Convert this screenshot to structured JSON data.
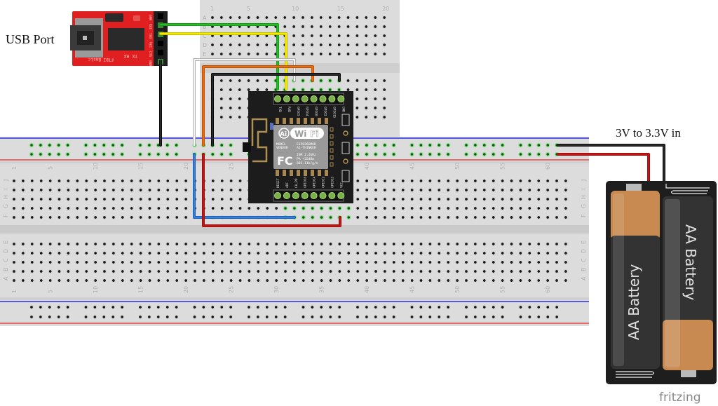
{
  "labels": {
    "usb_port": "USB Port",
    "power_in": "3V to 3.3V in",
    "watermark": "fritzing"
  },
  "ftdi": {
    "name": "FTDI Basic",
    "header_pins": [
      "GRN",
      "RXI",
      "TXO",
      "VCC",
      "CTS",
      "GND"
    ],
    "header_pins_right": [
      "GRN",
      "BLK"
    ],
    "leds": [
      "TX",
      "RX"
    ],
    "color": "#e02020"
  },
  "esp": {
    "top_pins": [
      "TXD",
      "RXD",
      "GPIO5",
      "GPIO4",
      "GPIO0",
      "GPIO2",
      "GPIO15",
      "GND"
    ],
    "bottom_pins": [
      "RESET",
      "ADC",
      "CH_PD",
      "GPIO16",
      "GPIO14",
      "GPIO12",
      "GPIO13",
      "VCC"
    ],
    "shield": {
      "brand_left": "Ai",
      "brand_wi": "Wi",
      "brand_fi": "Fi",
      "model_label": "MODEL",
      "vendor_label": "VENDOR",
      "model": "ESP8266MOD",
      "vendor": "AI-THINKER",
      "ism": "ISM  2.4GHz",
      "pa": "PA   +25dBm",
      "std": "802.11b/g/n",
      "fcc": "FC"
    }
  },
  "battery": {
    "cells": [
      "AA Battery",
      "AA Battery"
    ]
  },
  "breadboard_main": {
    "column_labels": [
      "1",
      "5",
      "10",
      "15",
      "20",
      "25",
      "30",
      "35",
      "40",
      "45",
      "50",
      "55",
      "60"
    ],
    "rows_top": [
      "J",
      "I",
      "H",
      "G",
      "F"
    ],
    "rows_bottom": [
      "E",
      "D",
      "C",
      "B",
      "A"
    ]
  },
  "breadboard_small": {
    "column_labels": [
      "1",
      "5",
      "10",
      "15",
      "20"
    ],
    "rows": [
      "A",
      "B",
      "C",
      "D",
      "E"
    ]
  },
  "wires": [
    {
      "name": "green",
      "color": "#22b822",
      "from": "FTDI RXI",
      "to": "ESP TXD"
    },
    {
      "name": "yellow",
      "color": "#f0e800",
      "from": "FTDI TXO",
      "to": "ESP RXD"
    },
    {
      "name": "white",
      "color": "#f4f4f4",
      "from": "power rail +",
      "to": "ESP GPIO5"
    },
    {
      "name": "orange",
      "color": "#e86a10",
      "from": "power rail +",
      "to": "ESP GPIO0"
    },
    {
      "name": "black-esp",
      "color": "#222222",
      "from": "ground rail",
      "to": "ESP GND"
    },
    {
      "name": "black-ftdi",
      "color": "#222222",
      "from": "FTDI GND",
      "to": "ground rail"
    },
    {
      "name": "blue",
      "color": "#2e78d8",
      "from": "power rail +",
      "to": "ESP CH_PD"
    },
    {
      "name": "red",
      "color": "#c41010",
      "from": "power rail +",
      "to": "ESP VCC"
    },
    {
      "name": "battery-black",
      "color": "#222222",
      "from": "rail",
      "to": "battery -"
    },
    {
      "name": "battery-red",
      "color": "#c41010",
      "from": "rail",
      "to": "battery +"
    }
  ]
}
